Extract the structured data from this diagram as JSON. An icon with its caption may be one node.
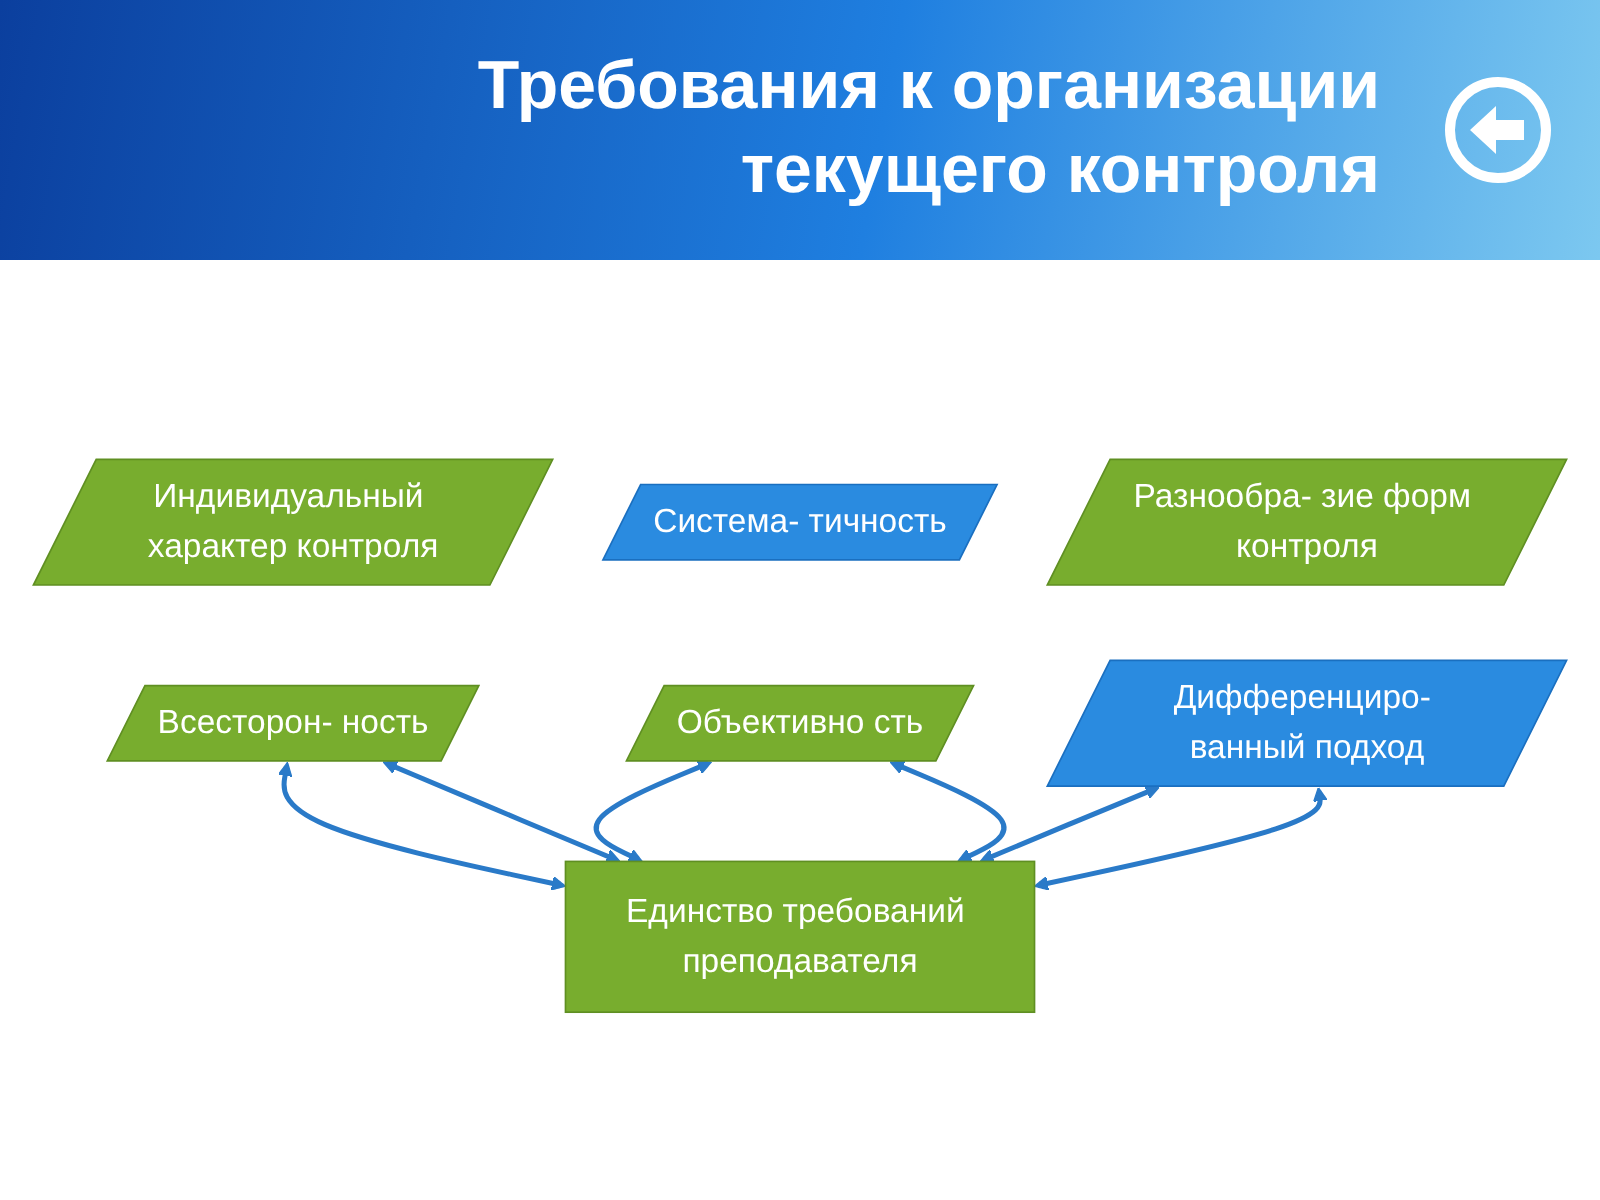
{
  "diagram": {
    "title": "Требования к организации текущего контроля",
    "nodes": [
      {
        "text": [
          "Индивидуальный характер контроля"
        ]
      },
      {
        "text": [
          "Система- тичность"
        ]
      },
      {
        "text": [
          "Разнообра- зие форм контроля"
        ]
      },
      {
        "text": [
          "Всесторон- ность"
        ]
      },
      {
        "text": [
          "Объективно сть"
        ]
      },
      {
        "text": [
          "Дифференциро- ванный подход"
        ]
      },
      {
        "text": [
          "Единство требований преподавателя"
        ]
      }
    ],
    "edges": [
      {
        "from": 3,
        "to": 6,
        "arrow": "both"
      },
      {
        "from": 3,
        "to": 6,
        "arrow": "both"
      },
      {
        "from": 4,
        "to": 6,
        "arrow": "both"
      },
      {
        "from": 4,
        "to": 6,
        "arrow": "both"
      },
      {
        "from": 5,
        "to": 6,
        "arrow": "both"
      },
      {
        "from": 5,
        "to": 6,
        "arrow": "both"
      }
    ]
  }
}
